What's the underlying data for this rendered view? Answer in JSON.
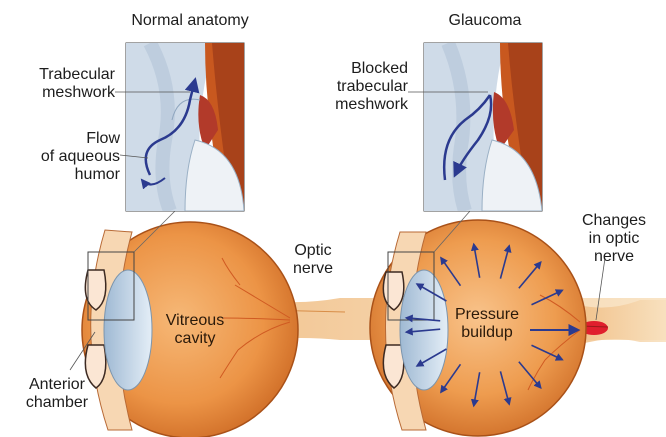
{
  "panels": {
    "left": {
      "heading": "Normal anatomy",
      "trabecular": "Trabecular\nmeshwork",
      "flow": "Flow\nof aqueous\nhumor",
      "vitreous": "Vitreous\ncavity",
      "optic": "Optic\nnerve",
      "anterior": "Anterior\nchamber"
    },
    "right": {
      "heading": "Glaucoma",
      "blocked": "Blocked\ntrabecular\nmeshwork",
      "pressure": "Pressure\nbuildup",
      "changes": "Changes\nin optic\nnerve"
    }
  },
  "colors": {
    "eye_orange": "#e98a3c",
    "eye_dark": "#c9631f",
    "iris_red": "#b54a2b",
    "lens_blue": "#bfd3e6",
    "flow_blue": "#2b3a8f",
    "nerve_tan": "#f3cfa0",
    "damage_red": "#e01f2d"
  },
  "icons": [
    "flow-arrow-icon",
    "pressure-arrow-icon"
  ]
}
